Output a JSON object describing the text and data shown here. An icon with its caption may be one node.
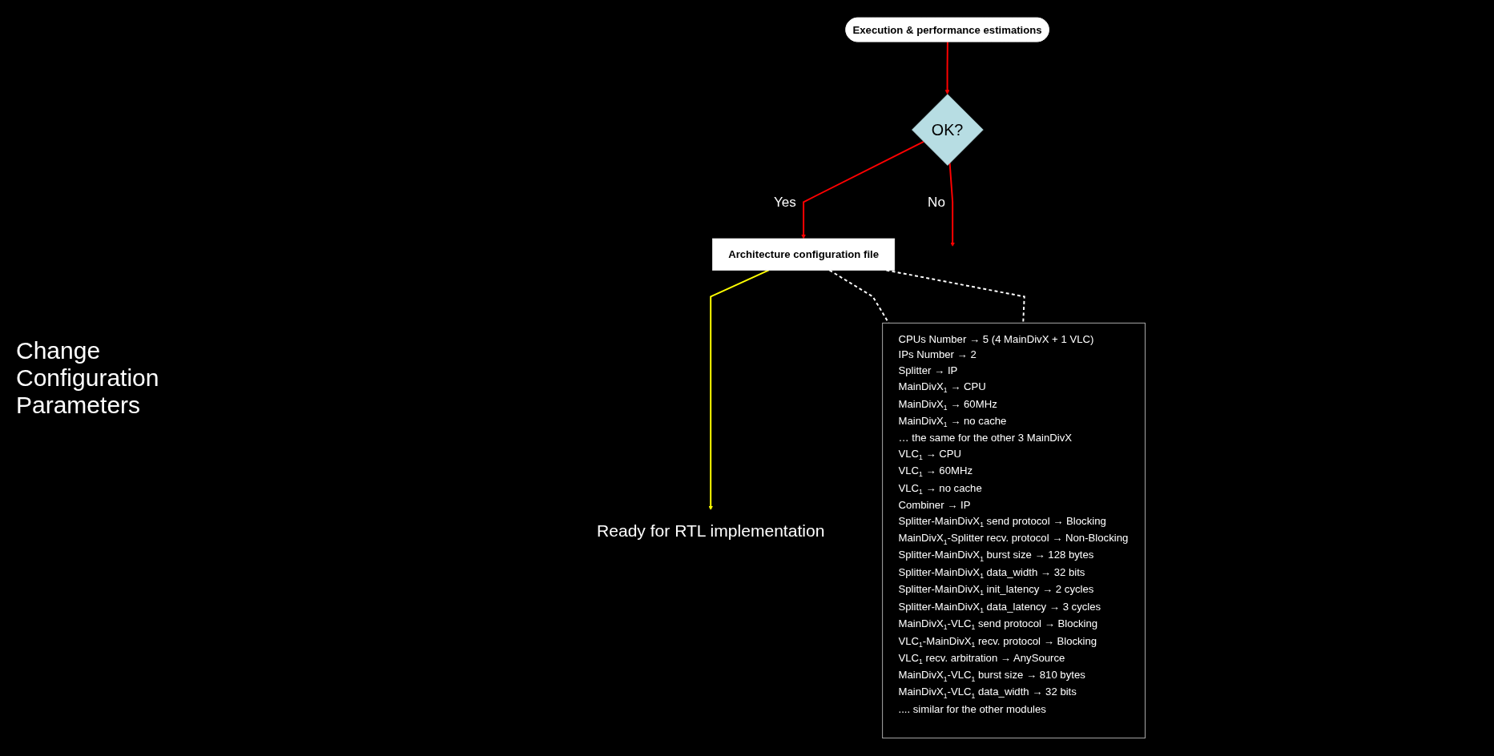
{
  "diagram": {
    "nodes": [
      {
        "text": [
          "Execution & performance estimations"
        ]
      },
      {
        "text": [
          "OK?"
        ]
      },
      {
        "text": [
          "Architecture configuration file"
        ]
      },
      {
        "text": [
          "Ready for RTL implementation"
        ]
      },
      {
        "text": [
          "CPUs Number → 5 (4 MainDivX + 1 VLC)",
          "IPs Number → 2",
          "Splitter → IP",
          "MainDivX$_{1}$ → CPU",
          "MainDivX$_{1}$ → 60MHz",
          "MainDivX$_{1}$ → no cache",
          "… the same for the other 3 MainDivX",
          "VLC$_{1}$ → CPU",
          "VLC$_{1}$ → 60MHz",
          "VLC$_{1}$ → no cache",
          "Combiner → IP",
          "Splitter-MainDivX$_{1}$ send protocol → Blocking",
          "MainDivX$_{1}$-Splitter recv. protocol → Non-Blocking",
          "Splitter-MainDivX$_{1}$ burst size → 128 bytes",
          "Splitter-MainDivX$_{1}$ data_width → 32 bits",
          "Splitter-MainDivX$_{1}$ init_latency → 2 cycles",
          "Splitter-MainDivX$_{1}$ data_latency → 3 cycles",
          "MainDivX$_{1}$-VLC$_{1}$ send protocol → Blocking",
          "VLC$_{1}$-MainDivX$_{1}$ recv. protocol → Blocking",
          "VLC$_{1}$ recv. arbitration → AnySource",
          "MainDivX$_{1}$-VLC$_{1}$ burst size → 810 bytes",
          "MainDivX$_{1}$-VLC$_{1}$ data_width → 32 bits",
          ".... similar for the other modules"
        ]
      }
    ],
    "edges": [
      {
        "from": 0,
        "to": 1,
        "arrow": "to",
        "color": "#ff0000"
      },
      {
        "from": 1,
        "to": null,
        "arrow": "to",
        "label": "No",
        "color": "#ff0000"
      },
      {
        "from": 1,
        "to": 2,
        "arrow": "to",
        "label": "Yes",
        "color": "#ff0000"
      },
      {
        "from": 2,
        "to": 3,
        "arrow": "to",
        "color": "#ffff00"
      },
      {
        "from": 2,
        "to": 4,
        "arrow": "none",
        "style": "dashed",
        "color": "#ffffff"
      },
      {
        "from": 2,
        "to": 4,
        "arrow": "none",
        "style": "dashed",
        "color": "#ffffff"
      }
    ],
    "labels": [
      "Change Configuration Parameters"
    ]
  }
}
